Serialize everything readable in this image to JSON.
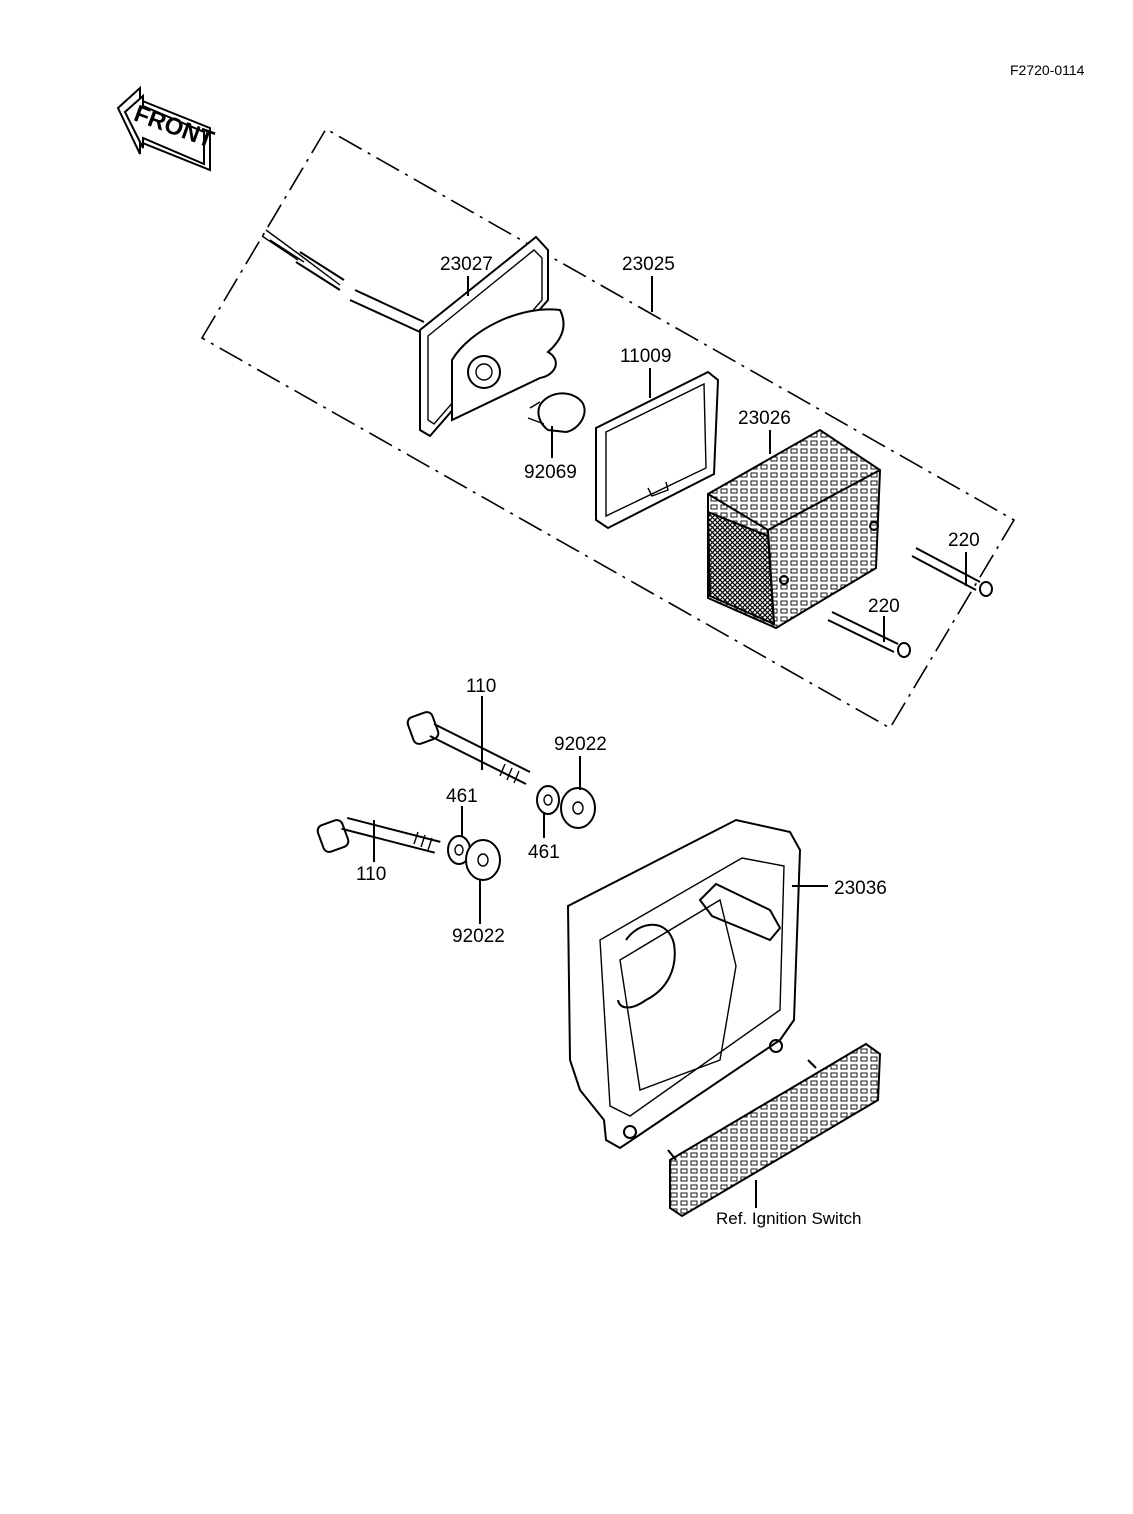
{
  "drawing_code": "F2720-0114",
  "direction_label": "FRONT",
  "parts": {
    "tail_light_assy": "23025",
    "housing": "23027",
    "bulb": "92069",
    "lens_gasket": "11009",
    "lens": "23026",
    "lens_screw_upper": "220",
    "lens_screw_lower": "220",
    "bolt_upper": "110",
    "bolt_lower": "110",
    "washer_upper": "92022",
    "washer_lower": "92022",
    "lockwasher_upper": "461",
    "lockwasher_lower": "461",
    "bracket": "23036"
  },
  "reference_note": "Ref. Ignition Switch"
}
